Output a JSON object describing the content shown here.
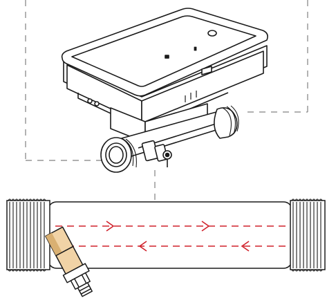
{
  "diagram": {
    "colors": {
      "line": "#1a1a1a",
      "dash": "#808080",
      "arrow": "#d0202a",
      "probe": "#f1d3a6",
      "probe_dark": "#d9b072",
      "pipe": "#ffffff"
    },
    "elements": [
      {
        "name": "meter-body",
        "kind": "heat-meter"
      },
      {
        "name": "pipe-section",
        "kind": "pipe"
      },
      {
        "name": "flow-arrows-forward",
        "direction": "right"
      },
      {
        "name": "flow-arrows-return",
        "direction": "left"
      },
      {
        "name": "temperature-probe",
        "kind": "sensor"
      }
    ]
  }
}
